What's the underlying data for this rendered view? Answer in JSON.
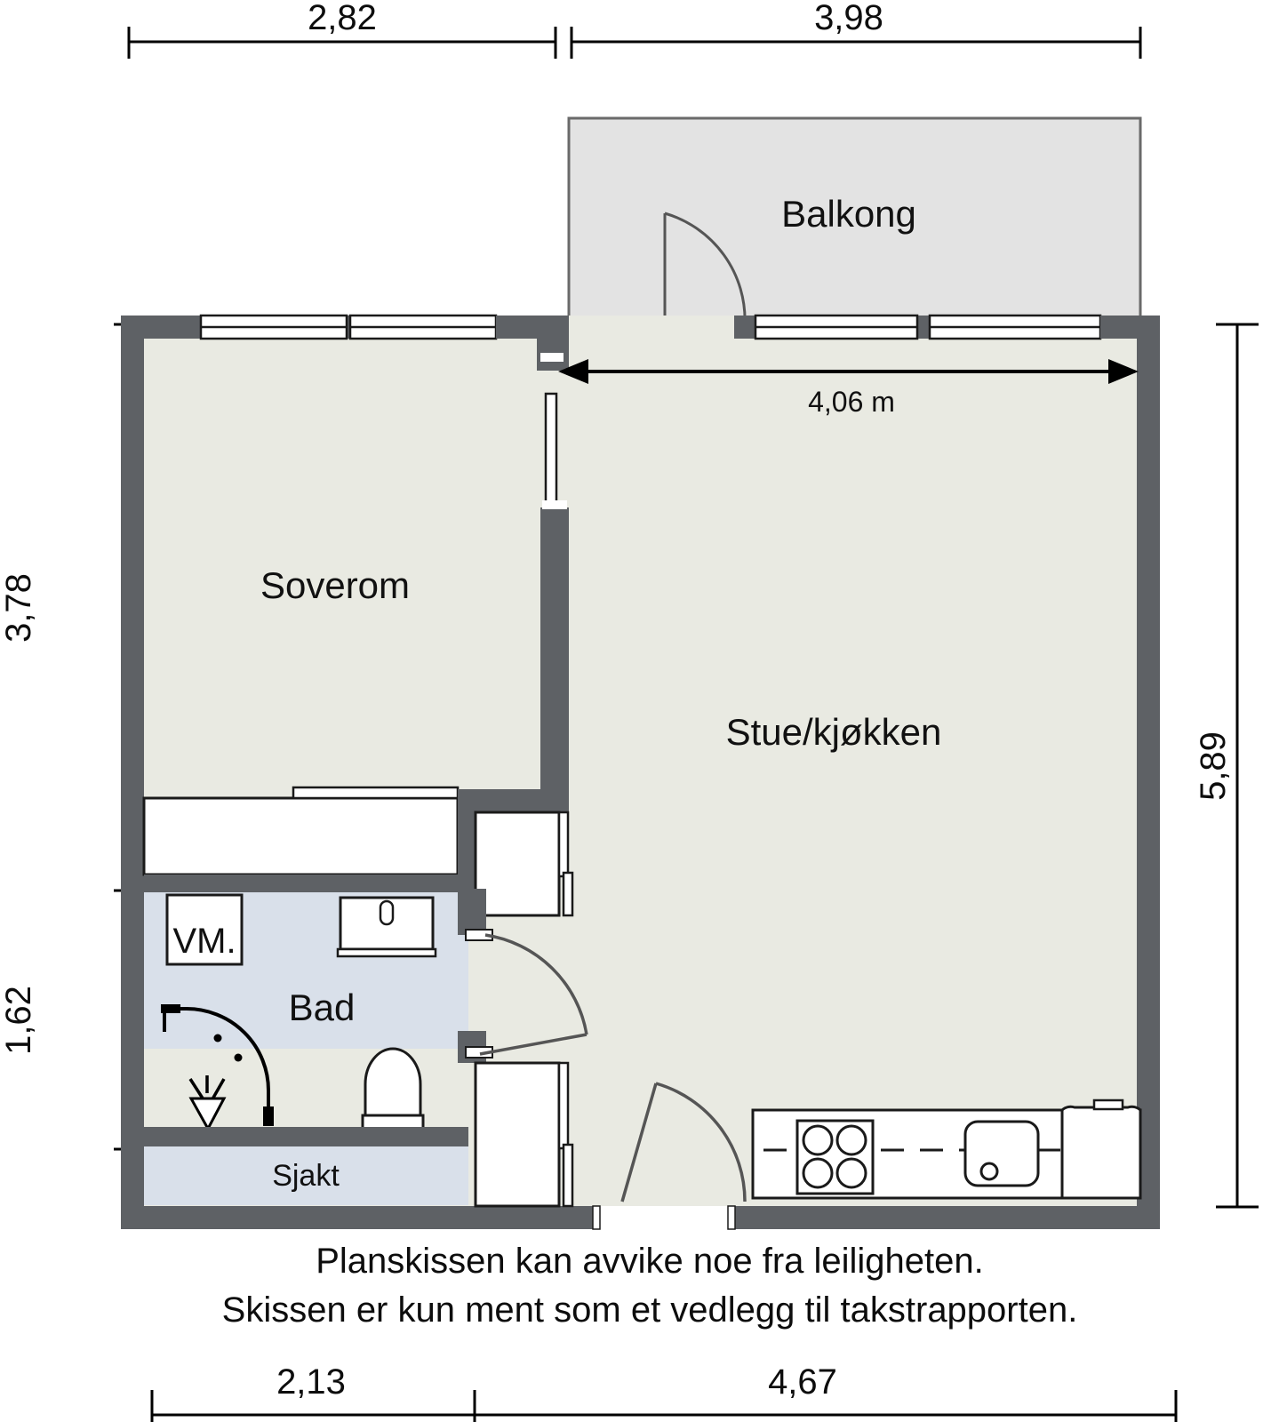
{
  "document": {
    "type": "floor-plan",
    "language": "no"
  },
  "dimensions": {
    "top_left": "2,82",
    "top_right": "3,98",
    "left_upper": "3,78",
    "left_lower": "1,62",
    "right": "5,89",
    "bottom_left": "2,13",
    "bottom_right": "4,67",
    "interior_living_width": "4,06 m"
  },
  "rooms": {
    "balcony": "Balkong",
    "bedroom": "Soverom",
    "living_kitchen": "Stue/kjøkken",
    "bathroom": "Bad",
    "shaft": "Sjakt"
  },
  "fixtures": {
    "washing_machine": "VM."
  },
  "caption": {
    "line1": "Planskissen kan avvike noe fra leiligheten.",
    "line2": "Skissen er kun ment som et vedlegg til takstrapporten."
  },
  "colors": {
    "wall": "#5e6165",
    "floor": "#e9eae2",
    "balcony_fill": "#e3e3e3",
    "bathroom_fill": "#d9e0ea",
    "outline": "#1a1a1a",
    "dimension_line": "#000000",
    "door_swing": "#555555",
    "white": "#ffffff"
  }
}
